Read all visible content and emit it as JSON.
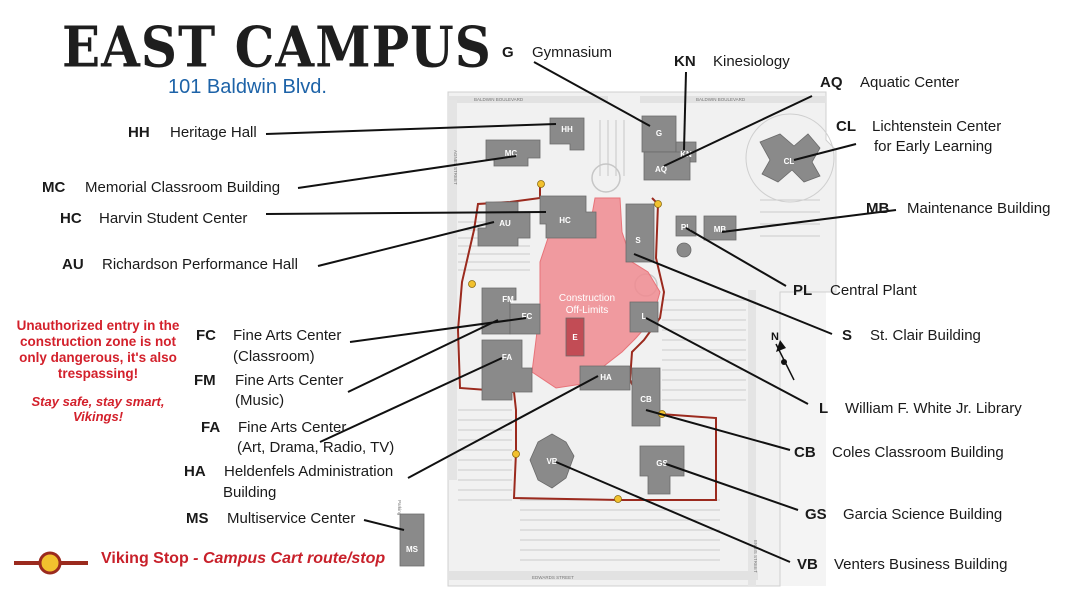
{
  "header": {
    "title": "EAST CAMPUS",
    "address": "101 Baldwin Blvd."
  },
  "warning": {
    "main": "Unauthorized entry in the construction zone is not only dangerous, it's also trespassing!",
    "slogan": "Stay safe, stay smart, Vikings!"
  },
  "legend": {
    "title": "Viking Stop",
    "description": " - Campus Cart route/stop"
  },
  "construction": {
    "label_line1": "Construction",
    "label_line2": "Off-Limits"
  },
  "streets": {
    "baldwin_left": "BALDWIN BOULEVARD",
    "baldwin_right": "BALDWIN BOULEVARD",
    "agnes": "AGNES STREET",
    "ennis": "ENNIS STREET",
    "edwards": "EDWARDS STREET",
    "parking": "Parking"
  },
  "buildings": [
    {
      "code": "G",
      "name": "Gymnasium"
    },
    {
      "code": "KN",
      "name": "Kinesiology"
    },
    {
      "code": "AQ",
      "name": "Aquatic Center"
    },
    {
      "code": "CL",
      "name": "Lichtenstein Center",
      "name2": "for Early Learning"
    },
    {
      "code": "HH",
      "name": "Heritage Hall"
    },
    {
      "code": "MC",
      "name": "Memorial Classroom Building"
    },
    {
      "code": "HC",
      "name": "Harvin Student Center"
    },
    {
      "code": "MB",
      "name": "Maintenance Building"
    },
    {
      "code": "AU",
      "name": "Richardson Performance Hall"
    },
    {
      "code": "PL",
      "name": "Central Plant"
    },
    {
      "code": "S",
      "name": "St. Clair Building"
    },
    {
      "code": "FC",
      "name": "Fine Arts Center",
      "name2": "(Classroom)"
    },
    {
      "code": "FM",
      "name": "Fine Arts Center",
      "name2": "(Music)"
    },
    {
      "code": "FA",
      "name": "Fine Arts Center",
      "name2": "(Art, Drama, Radio, TV)"
    },
    {
      "code": "L",
      "name": "William F. White Jr. Library"
    },
    {
      "code": "HA",
      "name": "Heldenfels Administration",
      "name2": "Building"
    },
    {
      "code": "CB",
      "name": "Coles Classroom Building"
    },
    {
      "code": "GS",
      "name": "Garcia Science Building"
    },
    {
      "code": "MS",
      "name": "Multiservice Center"
    },
    {
      "code": "VB",
      "name": "Venters Business Building"
    },
    {
      "code": "E",
      "name": ""
    }
  ],
  "compass": {
    "label": "N"
  },
  "colors": {
    "building": "#8a8a8a",
    "construction": "#f08b90",
    "route": "#9b2a1e",
    "stop": "#f2c12e",
    "title_blue": "#1d63a8",
    "warning_red": "#d3202b"
  }
}
